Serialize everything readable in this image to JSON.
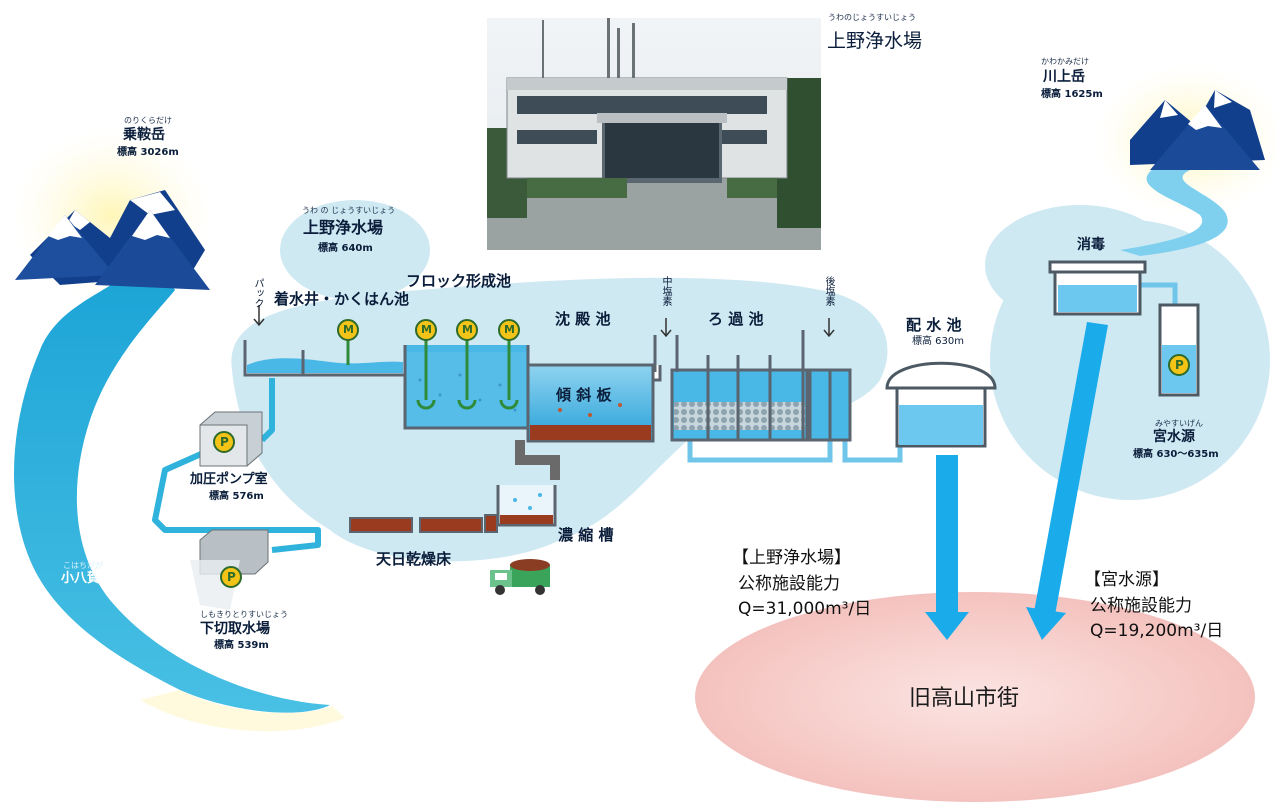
{
  "header_plant": {
    "ruby": "うわのじょうすいじょう",
    "name": "上野浄水場"
  },
  "mountain_norikura": {
    "ruby": "のりくらだけ",
    "name": "乗鞍岳",
    "elevation": "標高 3026m"
  },
  "mountain_kawakami": {
    "ruby": "かわかみだけ",
    "name": "川上岳",
    "elevation": "標高 1625m"
  },
  "plant_bubble": {
    "ruby": "うわ の じょうすいじょう",
    "name": "上野浄水場",
    "elevation": "標高 640m"
  },
  "river": {
    "ruby": "こはちがが",
    "name": "小八賀川"
  },
  "intake": {
    "ruby": "しもきりとりすいじょう",
    "name": "下切取水場",
    "elevation": "標高 539m"
  },
  "pump_station": {
    "name": "加圧ポンプ室",
    "elevation": "標高 576m"
  },
  "process": {
    "pac": "パック",
    "mixing": "着水井・かくはん池",
    "floc": "フロック形成池",
    "sedimentation": "沈 殿 池",
    "tilted_plate": "傾 斜 板",
    "pre_chlorine": "中塩素",
    "filtration": "ろ 過 池",
    "post_chlorine": "後塩素",
    "distribution": "配 水 池",
    "distribution_elevation": "標高 630m",
    "thickener": "濃 縮 槽",
    "drying_bed": "天日乾燥床",
    "motor_symbol": "M",
    "pump_symbol": "P"
  },
  "miya_source": {
    "disinfect": "消毒",
    "ruby": "みやすいげん",
    "name": "宮水源",
    "elevation": "標高 630～635m"
  },
  "capacity_ueno": {
    "title": "【上野浄水場】",
    "label": "公称施設能力",
    "value": "Q=31,000m³/日"
  },
  "capacity_miya": {
    "title": "【宮水源】",
    "label": "公称施設能力",
    "value": "Q=19,200m³/日"
  },
  "city": "旧高山市街",
  "colors": {
    "river": "#2fb2dc",
    "bubble": "#cfe9f3",
    "water": "#4ab8e6",
    "sludge": "#9a3b20",
    "arrow": "#1aabeb",
    "city": "#f6c9c6",
    "pipe": "#6fc6ea",
    "motor": "#f3c417"
  }
}
